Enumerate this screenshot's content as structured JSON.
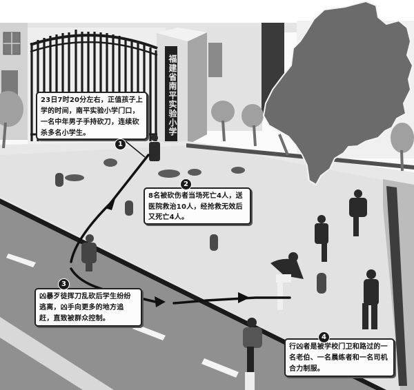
{
  "scene": {
    "description": "Illustrated reconstruction of school-gate knife attack",
    "school_sign": "福建省南平实验小学",
    "map_region": "Fujian province silhouette",
    "colors": {
      "background": "#fafafa",
      "road": "#8f8f8f",
      "sidewalk": "#e6e6e6",
      "map": "#6b6b6b",
      "arrow": "#111111",
      "callout_border": "#222222"
    }
  },
  "callouts": [
    {
      "number": "1",
      "text": "23日7时20分左右，正值孩子上学的时间，南平实验小学门口，一名中年男子手持砍刀，连续砍杀多名小学生。"
    },
    {
      "number": "2",
      "text": "8名被砍伤者当场死亡4人，送医院救治10人，经抢救无效后又死亡4人。"
    },
    {
      "number": "3",
      "text": "凶暴歹徒挥刀乱砍后学生纷纷逃离，凶手向更多的地方追赶，直致被群众控制。"
    },
    {
      "number": "4",
      "text": "行凶者是被学校门卫和路过的一名老伯、一名晨练者和一名司机合力制服。"
    }
  ]
}
